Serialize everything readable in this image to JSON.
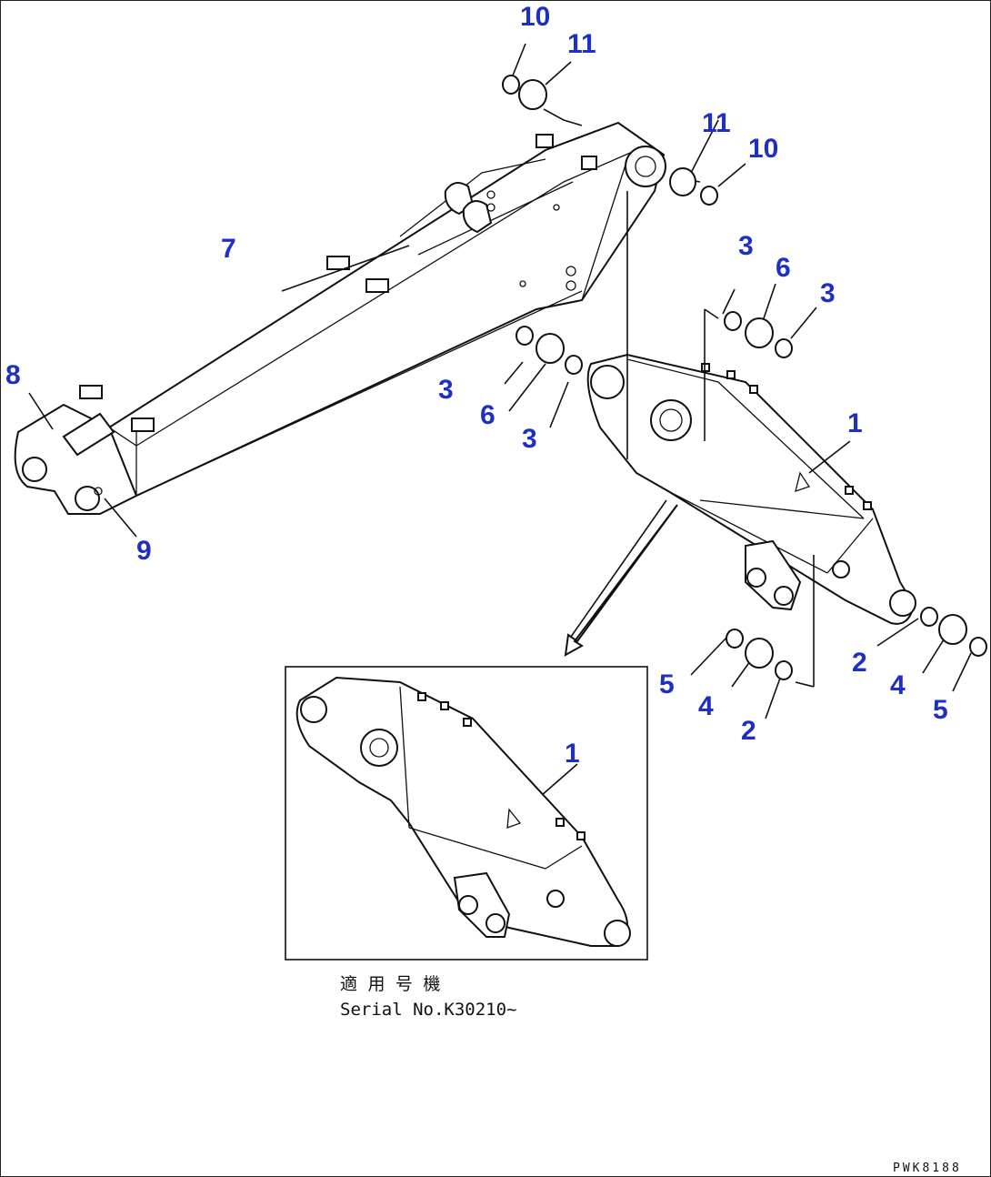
{
  "callouts": [
    "10",
    "11",
    "11",
    "10",
    "3",
    "6",
    "3",
    "7",
    "8",
    "9",
    "3",
    "6",
    "3",
    "1",
    "2",
    "4",
    "5",
    "5",
    "4",
    "2",
    "1"
  ],
  "notes": {
    "applicable_jp": "適 用 号 機",
    "serial": "Serial No.K30210~"
  },
  "drawing_code": "PWK8188",
  "colors": {
    "callout": "#1e2fc8",
    "line": "#111111",
    "background": "#ffffff"
  }
}
